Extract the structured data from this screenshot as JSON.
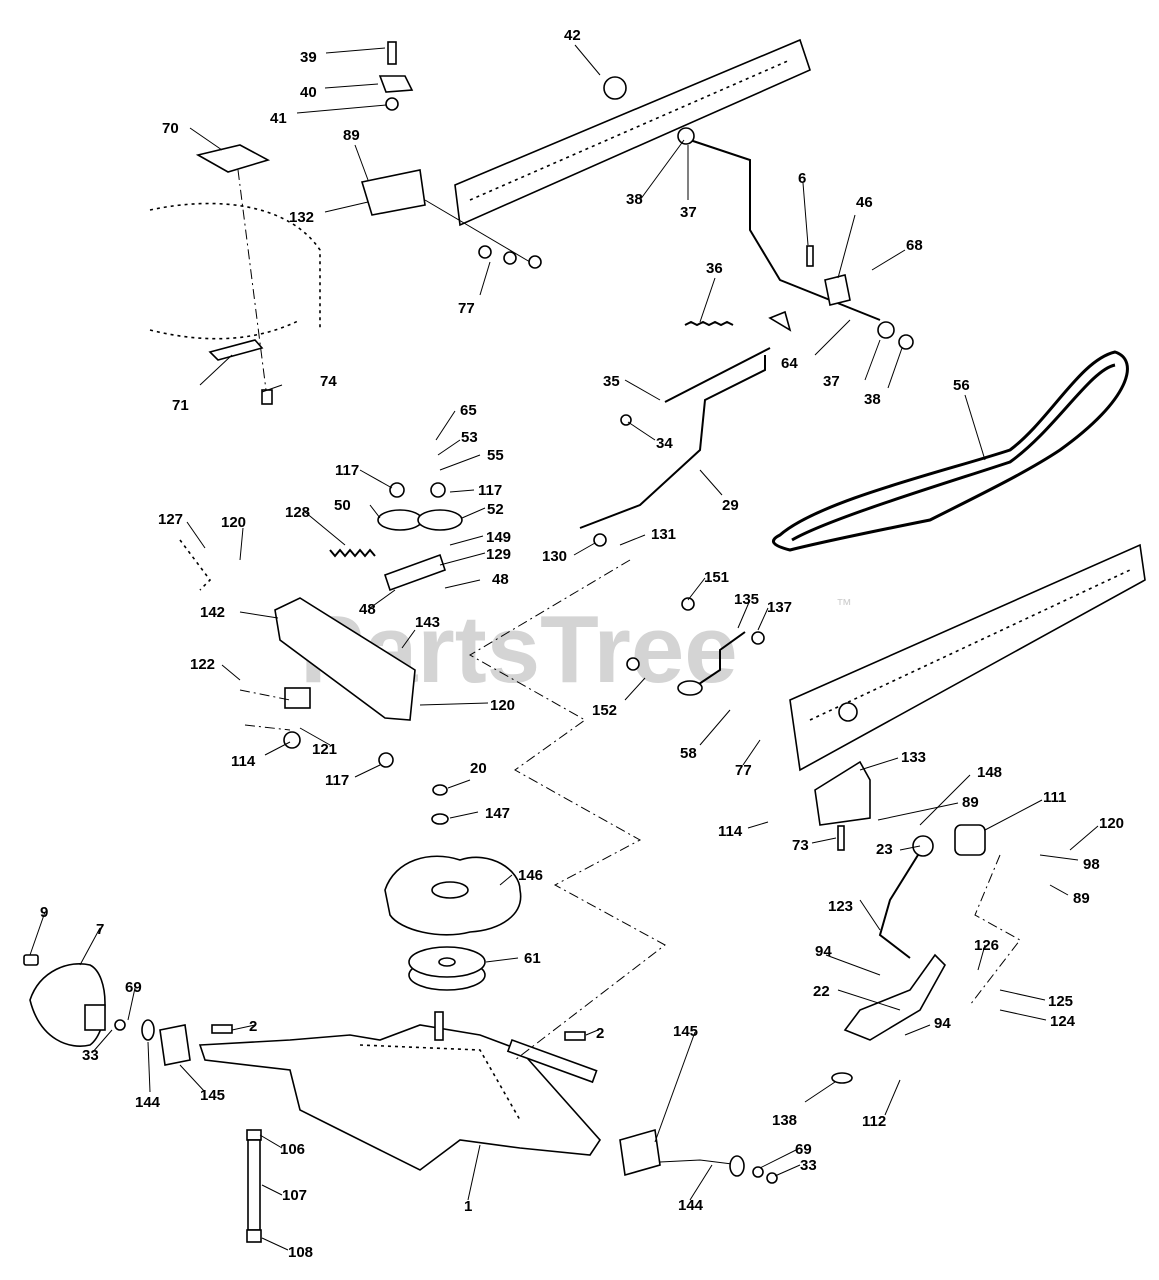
{
  "watermark": {
    "text": "PartsTree",
    "trademark": "™"
  },
  "labels": {
    "l1": "1",
    "l2a": "2",
    "l2b": "2",
    "l6": "6",
    "l7": "7",
    "l9": "9",
    "l20": "20",
    "l22": "22",
    "l23": "23",
    "l29": "29",
    "l33a": "33",
    "l33b": "33",
    "l34": "34",
    "l35": "35",
    "l36": "36",
    "l37a": "37",
    "l37b": "37",
    "l38a": "38",
    "l38b": "38",
    "l39": "39",
    "l40": "40",
    "l41": "41",
    "l42": "42",
    "l46": "46",
    "l48a": "48",
    "l48b": "48",
    "l50": "50",
    "l52": "52",
    "l53": "53",
    "l55": "55",
    "l56": "56",
    "l58": "58",
    "l61": "61",
    "l64": "64",
    "l65": "65",
    "l68": "68",
    "l69a": "69",
    "l69b": "69",
    "l70": "70",
    "l71": "71",
    "l73": "73",
    "l74": "74",
    "l77a": "77",
    "l77b": "77",
    "l89a": "89",
    "l89b": "89",
    "l89c": "89",
    "l94a": "94",
    "l94b": "94",
    "l98": "98",
    "l106": "106",
    "l107": "107",
    "l108": "108",
    "l111": "111",
    "l112": "112",
    "l114a": "114",
    "l114b": "114",
    "l117a": "117",
    "l117b": "117",
    "l117c": "117",
    "l120a": "120",
    "l120b": "120",
    "l120c": "120",
    "l121": "121",
    "l122": "122",
    "l123": "123",
    "l124": "124",
    "l125": "125",
    "l126": "126",
    "l127": "127",
    "l128": "128",
    "l129": "129",
    "l130": "130",
    "l131": "131",
    "l132": "132",
    "l133": "133",
    "l135": "135",
    "l137": "137",
    "l138": "138",
    "l142": "142",
    "l143": "143",
    "l144a": "144",
    "l144b": "144",
    "l145a": "145",
    "l145b": "145",
    "l146": "146",
    "l147": "147",
    "l148": "148",
    "l149": "149",
    "l151": "151",
    "l152": "152"
  }
}
